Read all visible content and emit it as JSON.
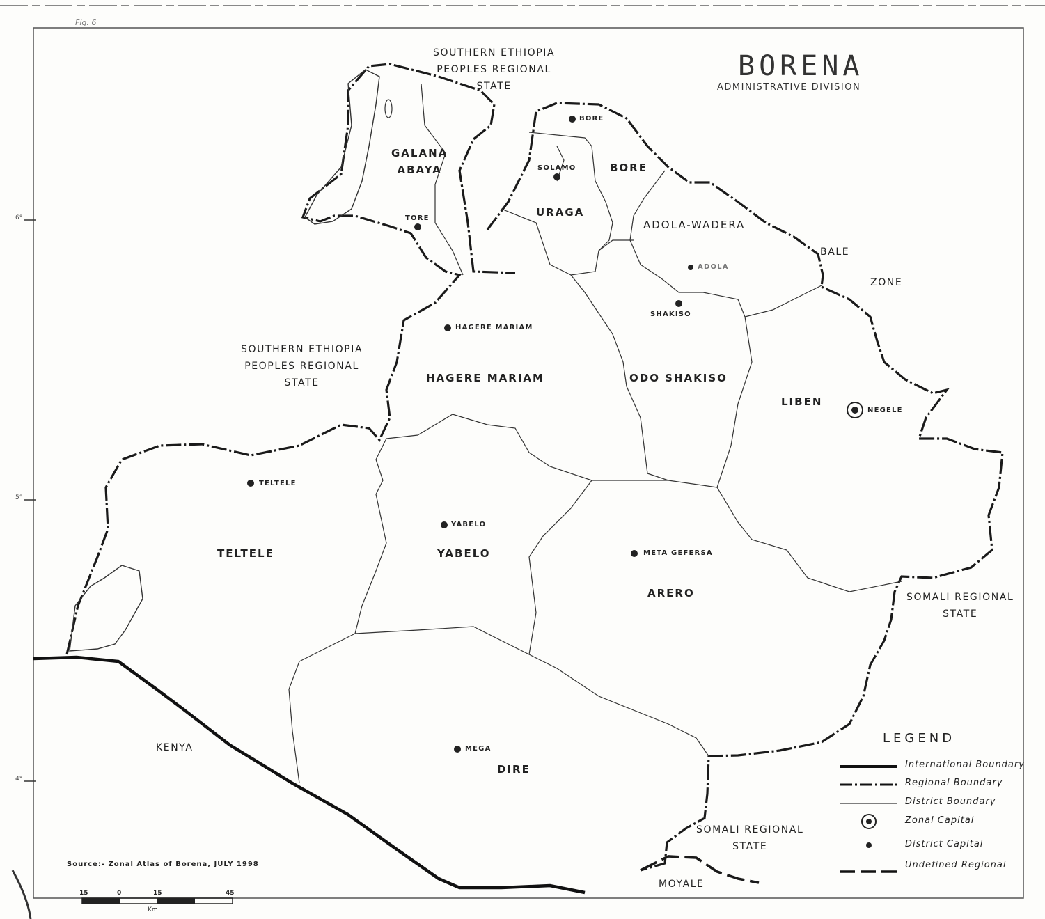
{
  "map": {
    "fig_label": "Fig. 6",
    "title": "BORENA",
    "subtitle": "ADMINISTRATIVE DIVISION",
    "source_note": "Source:- Zonal Atlas of Borena, JULY 1998",
    "lat_ticks": [
      "6°",
      "5°",
      "4°"
    ],
    "scale": {
      "values": [
        "15",
        "0",
        "15",
        "45"
      ],
      "unit": "Km"
    },
    "legend": {
      "title": "LEGEND",
      "items": [
        {
          "label": "International Boundary",
          "symbol": "international-boundary"
        },
        {
          "label": "Regional Boundary",
          "symbol": "regional-boundary"
        },
        {
          "label": "District Boundary",
          "symbol": "district-boundary"
        },
        {
          "label": "Zonal Capital",
          "symbol": "zonal-capital"
        },
        {
          "label": "District Capital",
          "symbol": "district-capital"
        },
        {
          "label": "Undefined Regional",
          "symbol": "undefined-regional-boundary"
        }
      ]
    },
    "regions": {
      "snnpr_north": [
        "SOUTHERN ETHIOPIA",
        "PEOPLES REGIONAL",
        "STATE"
      ],
      "snnpr_west": [
        "SOUTHERN ETHIOPIA",
        "PEOPLES REGIONAL",
        "STATE"
      ],
      "bale_zone": [
        "BALE",
        "ZONE"
      ],
      "somali_east": [
        "SOMALI REGIONAL",
        "STATE"
      ],
      "somali_south": [
        "SOMALI REGIONAL",
        "STATE"
      ],
      "kenya": "KENYA",
      "moyale": "MOYALE"
    },
    "districts": {
      "galana_abaya": [
        "GALANA",
        "ABAYA"
      ],
      "bore": "BORE",
      "uraga": "URAGA",
      "adola_wadera": "ADOLA-WADERA",
      "hagere_mariam": "HAGERE MARIAM",
      "odo_shakiso": "ODO SHAKISO",
      "liben": "LIBEN",
      "teltele": "TELTELE",
      "yabelo": "YABELO",
      "arero": "ARERO",
      "dire": "DIRE"
    },
    "towns": {
      "bore": "BORE",
      "solamo": "SOLAMO",
      "tore": "TORE",
      "adola": "ADOLA",
      "shakiso": "SHAKISO",
      "hagere_mariam": "HAGERE MARIAM",
      "negele": "NEGELE",
      "teltele": "TELTELE",
      "yabelo": "YABELO",
      "meta_gefersa": "META GEFERSA",
      "mega": "MEGA"
    }
  }
}
